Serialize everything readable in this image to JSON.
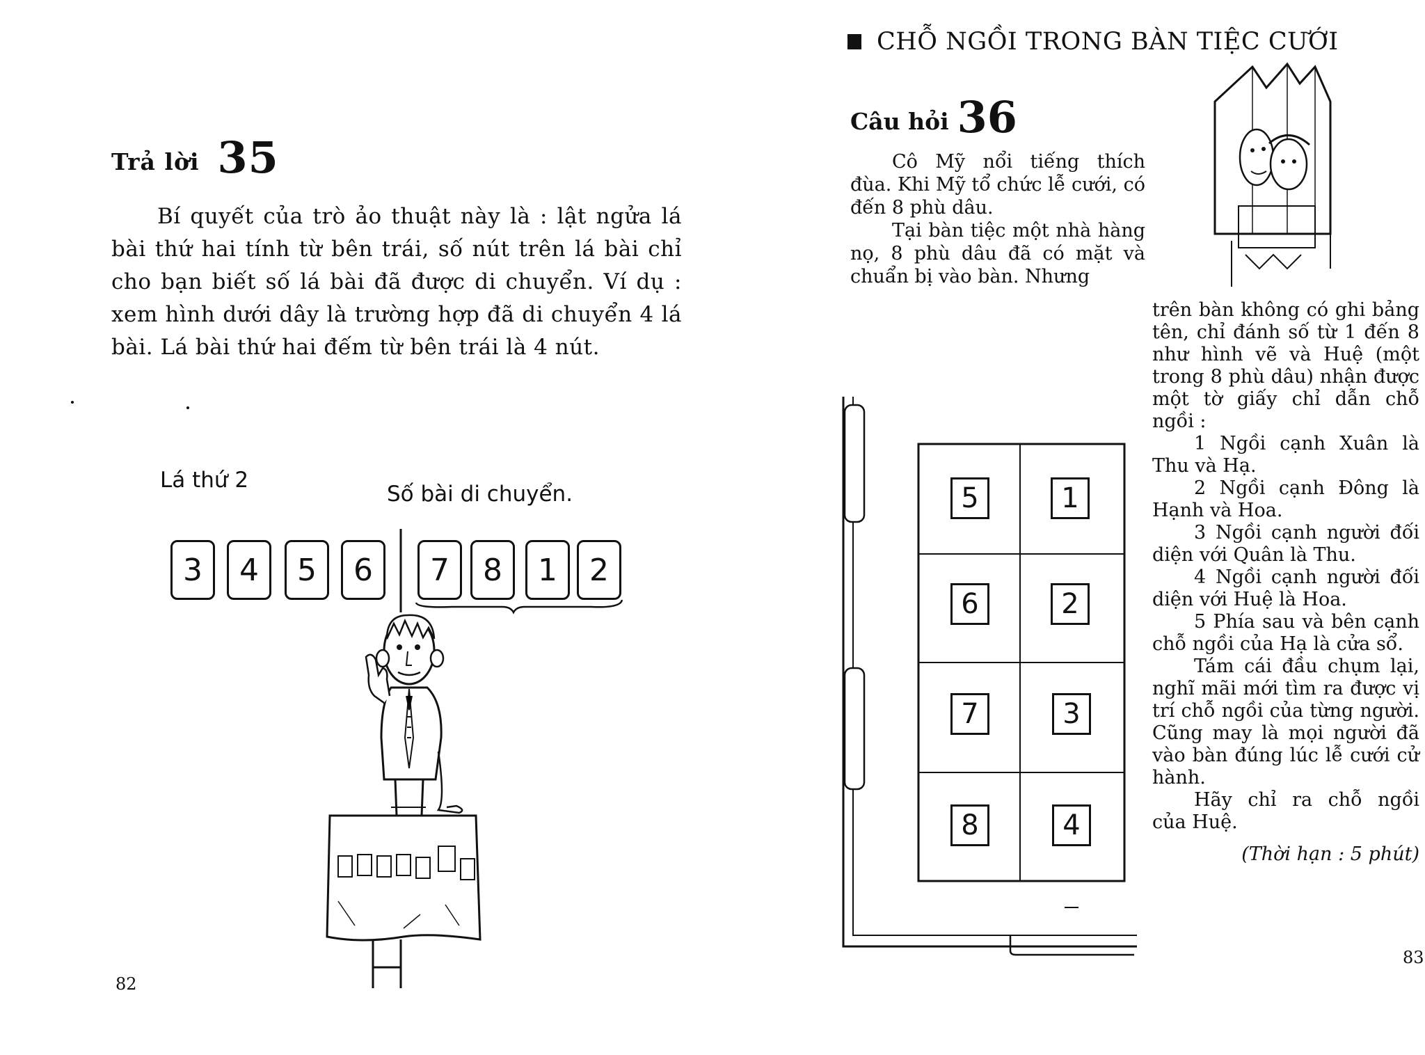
{
  "left_page": {
    "heading_prefix": "Trả lời",
    "heading_number": "35",
    "body": "Bí quyết của trò ảo thuật này là : lật ngửa lá bài thứ hai tính từ bên trái, số nút trên lá bài chỉ cho bạn biết số lá bài đã được di chuyển. Ví dụ : xem hình dưới dây là trường hợp đã di chuyển 4 lá bài. Lá bài thứ hai đếm từ bên trái là 4 nút.",
    "figure": {
      "label_second_card": "Lá thứ 2",
      "label_moved_count": "Số bài di chuyển.",
      "cards": [
        "3",
        "4",
        "5",
        "6",
        "7",
        "8",
        "1",
        "2"
      ]
    },
    "page_number": "82"
  },
  "right_page": {
    "title": "CHỖ NGỒI TRONG BÀN TIỆC CƯỚI",
    "heading_prefix": "Câu hỏi",
    "heading_number": "36",
    "intro_paragraphs": [
      "Cô Mỹ nổi tiếng thích đùa. Khi Mỹ tổ chức lễ cưới, có đến 8 phù dâu.",
      "Tại bàn tiệc một nhà hàng nọ, 8 phù dâu đã có mặt và chuẩn bị vào bàn. Nhưng"
    ],
    "continuation": "trên bàn không có ghi bảng tên, chỉ đánh số từ 1 đến 8 như hình vẽ và Huệ (một trong 8 phù dâu) nhận được một tờ giấy chỉ dẫn chỗ ngồi :",
    "clues": [
      "1 Ngồi cạnh Xuân là Thu và Hạ.",
      "2 Ngồi cạnh Đông là Hạnh và Hoa.",
      "3 Ngồi cạnh người đối diện với Quân là Thu.",
      "4 Ngồi cạnh người đối diện với Huệ là Hoa.",
      "5 Phía sau và bên cạnh chỗ ngồi của Hạ là cửa sổ.",
      "Tám cái đầu chụm lại, nghĩ mãi mới tìm ra được vị trí chỗ ngồi của từng người. Cũng may là mọi người đã vào bàn đúng lúc lễ cưới cử hành.",
      "Hãy chỉ ra chỗ ngồi của Huệ."
    ],
    "time_limit": "(Thời hạn : 5 phút)",
    "seats": {
      "left_column": [
        "5",
        "6",
        "7",
        "8"
      ],
      "right_column": [
        "1",
        "2",
        "3",
        "4"
      ]
    },
    "page_number": "83"
  }
}
